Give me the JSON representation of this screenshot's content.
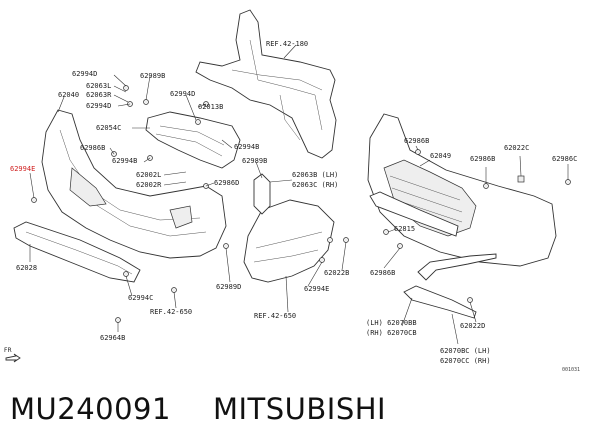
{
  "labels": {
    "ref_42_180": "REF.42-180",
    "l62994d_a": "62994D",
    "l62063l": "62063L",
    "l62063r": "62063R",
    "l62994d_b": "62994D",
    "l62989b_a": "62989B",
    "l62040": "62040",
    "l62994d_c": "62994D",
    "l62013b": "62013B",
    "l62054c": "62054C",
    "l62994b_a": "62994B",
    "l62986b_a": "62986B",
    "l62994b_b": "62994B",
    "l62989b_b": "62989B",
    "l62994e_hl": "62994E",
    "l62002l": "62002L",
    "l62002r": "62002R",
    "l62986d": "62986D",
    "l62063b": "62063B (LH)",
    "l62063c": "62063C (RH)",
    "l62028": "62028",
    "l62989d": "62989D",
    "l62994c": "62994C",
    "ref_42_650_a": "REF.42-650",
    "ref_42_650_b": "REF.42-650",
    "l62022b": "62022B",
    "l62994e": "62994E",
    "l62964b": "62964B",
    "r62986b_a": "62986B",
    "r62049": "62049",
    "r62986b_b": "62986B",
    "r62022c": "62022C",
    "r62986c": "62986C",
    "r62815": "62815",
    "r62986b_c": "62986B",
    "r62070bb": "(LH) 62070BB",
    "r62070cb": "(RH) 62070CB",
    "r62022d": "62022D",
    "r62070bc": "62070BC (LH)",
    "r62070cc": "62070CC (RH)",
    "fr": "FR",
    "fig_no": "001031"
  },
  "footer": {
    "part_number": "MU240091",
    "brand": "MITSUBISHI"
  },
  "colors": {
    "highlight": "#d02020",
    "line": "#333333"
  }
}
